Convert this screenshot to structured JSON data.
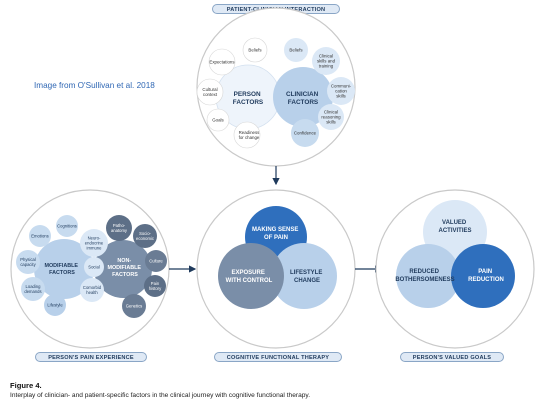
{
  "banners": {
    "top": "PATIENT-CLINICIAN INTERACTION",
    "left": "PERSON'S PAIN EXPERIENCE",
    "middle": "COGNITIVE FUNCTIONAL THERAPY",
    "right": "PERSON'S VALUED GOALS"
  },
  "credit": "Image from O'Sullivan et al. 2018",
  "top_diagram": {
    "person_factors": [
      "PERSON",
      "FACTORS"
    ],
    "clinician_factors": [
      "CLINICIAN",
      "FACTORS"
    ],
    "person_items": [
      [
        "Beliefs"
      ],
      [
        "Expectations"
      ],
      [
        "Cultural",
        "context"
      ],
      [
        "Goals"
      ],
      [
        "Readiness",
        "for change"
      ]
    ],
    "clinician_items": [
      [
        "Beliefs"
      ],
      [
        "Clinical",
        "skills and",
        "training"
      ],
      [
        "Communi-",
        "cation",
        "skills"
      ],
      [
        "Clinical",
        "reasoning",
        "skills"
      ],
      [
        "Confidence"
      ]
    ]
  },
  "left_diagram": {
    "modifiable": [
      "MODIFIABLE",
      "FACTORS"
    ],
    "non_modifiable": [
      "NON-",
      "MODIFIABLE",
      "FACTORS"
    ],
    "items": [
      [
        "Cognitions"
      ],
      [
        "Emotions"
      ],
      [
        "Neuro-",
        "endocrine",
        "immune"
      ],
      [
        "Physical",
        "capacity"
      ],
      [
        "Social"
      ],
      [
        "Loading",
        "demands"
      ],
      [
        "Comorbid",
        "health"
      ],
      [
        "Lifestyle"
      ],
      [
        "Patho-",
        "anatomy"
      ],
      [
        "Socio-",
        "economic"
      ],
      [
        "Culture"
      ],
      [
        "Pain",
        "history"
      ],
      [
        "Genetics"
      ]
    ]
  },
  "middle_diagram": {
    "making_sense": [
      "MAKING SENSE",
      "OF PAIN"
    ],
    "exposure": [
      "EXPOSURE",
      "WITH CONTROL"
    ],
    "lifestyle": [
      "LIFESTYLE",
      "CHANGE"
    ]
  },
  "right_diagram": {
    "valued": [
      "VALUED",
      "ACTIVITIES"
    ],
    "reduced": [
      "REDUCED",
      "BOTHERSOMENESS"
    ],
    "pain_reduction": [
      "PAIN",
      "REDUCTION"
    ]
  },
  "figure": {
    "label": "Figure 4.",
    "caption": "Interplay of clinician- and patient-specific factors in the clinical journey with cognitive functional therapy."
  },
  "colors": {
    "banner_fill": "#dfe9f5",
    "banner_text": "#1f3a5c",
    "circle_pale": "#dbe8f6",
    "circle_light": "#b8d0ea",
    "circle_mid": "#7a9cc6",
    "circle_dark": "#5d6f87",
    "circle_accent": "#2f6fbd",
    "arrow": "#1f3a5c"
  }
}
